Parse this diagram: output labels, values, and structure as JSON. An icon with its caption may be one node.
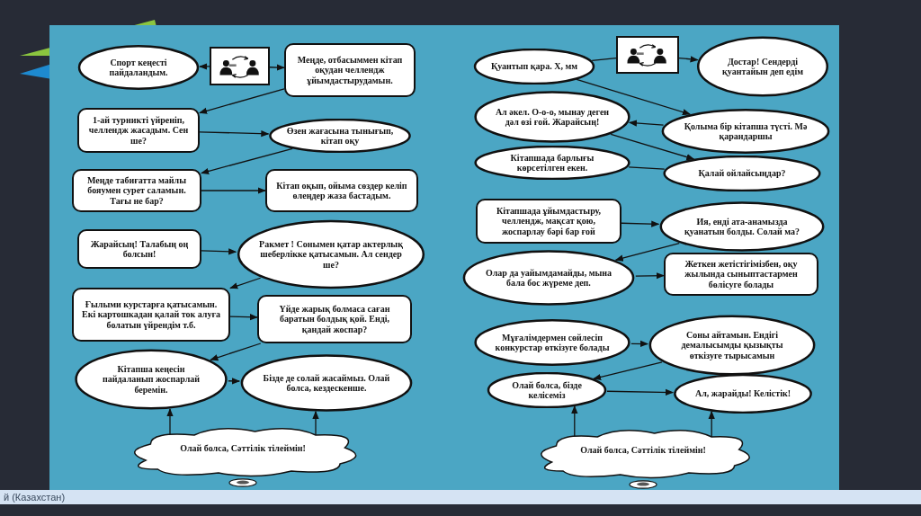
{
  "diagram": {
    "nodes": [
      {
        "text": [],
        "shape": "picture"
      },
      {
        "text": [
          "Спорт кеңесті пайдаландым."
        ]
      },
      {
        "text": [
          "Меңде, отбасыммен кітап оқудан челлендж ұйымдастырудамын."
        ]
      },
      {
        "text": [
          "1-ай турникті үйреніп, челлендж жасадым. Сен ше?"
        ]
      },
      {
        "text": [
          "Өзен жағасына тынығып, кітап оқу"
        ]
      },
      {
        "text": [
          "Меңде табиғатта майлы бояумен сурет саламын. Тағы не бар?"
        ]
      },
      {
        "text": [
          "Кітап оқып, ойыма сөздер келіп өлеңдер жаза бастадым."
        ]
      },
      {
        "text": [
          "Жарайсың! Талабың оң болсын!"
        ]
      },
      {
        "text": [
          "Ракмет ! Сонымен қатар актерлық шеберлікке қатысамын. Ал сендер ше?"
        ]
      },
      {
        "text": [
          "Ғылыми курстарға қатысамын. Екі картошкадан қалай ток алуға болатын үйрендім т.б."
        ]
      },
      {
        "text": [
          "Үйде жарық болмаса саған баратын болдық қой. Енді, қандай жоспар?"
        ]
      },
      {
        "text": [
          "Кітапша кеңесін пайдаланып жоспарлай беремін."
        ]
      },
      {
        "text": [
          "Бізде де солай жасаймыз. Олай болса, кездескенше."
        ]
      },
      {
        "text": [
          "Олай болса, Сәттілік тілеймін!"
        ]
      },
      {
        "text": [],
        "shape": "picture"
      },
      {
        "text": [
          "Қуантып қара. Х, мм"
        ]
      },
      {
        "text": [
          "Достар! Сендерді қуантайын деп едім"
        ]
      },
      {
        "text": [
          "Ал әкел. О-о-о, мынау деген дәл өзі ғой. Жарайсың!"
        ]
      },
      {
        "text": [
          "Қолыма бір кітапша түсті. Мә қарандаршы"
        ]
      },
      {
        "text": [
          "Кітапшада барлығы көрсетілген екен."
        ]
      },
      {
        "text": [
          "Қалай ойлайсыңдар?"
        ]
      },
      {
        "text": [
          "Кітапшада ұйымдастыру, челлендж, мақсат қою, жоспарлау бәрі бар ғой"
        ]
      },
      {
        "text": [
          "Ия, енді ата-анамызда қуанатын болды. Солай ма?"
        ]
      },
      {
        "text": [
          "Олар да уайымдамайды, мына бала бос жүреме деп."
        ]
      },
      {
        "text": [
          "Жеткен жетістігімізбен, оқу жылында сыныптастармен бөлісуге болады"
        ]
      },
      {
        "text": [
          "Мұғалімдермен сөйлесіп конкурстар өткізуге болады"
        ]
      },
      {
        "text": [
          "Соны айтамын. Ендігі демалысымды қызықты өткізуге тырысамын"
        ]
      },
      {
        "text": [
          "Олай болса, бізде келісеміз"
        ]
      },
      {
        "text": [
          "Ал, жарайды! Келістік!"
        ]
      },
      {
        "text": [
          "Олай болса, Сәттілік тілеймін!"
        ]
      }
    ],
    "edges": [
      {
        "from": 0,
        "to": 1,
        "arrow": "to"
      },
      {
        "from": 0,
        "to": 2,
        "arrow": "to"
      },
      {
        "from": 2,
        "to": 3,
        "arrow": "to"
      },
      {
        "from": 3,
        "to": 4,
        "arrow": "to"
      },
      {
        "from": 4,
        "to": 5,
        "arrow": "to"
      },
      {
        "from": 5,
        "to": 6,
        "arrow": "to"
      },
      {
        "from": 7,
        "to": 8,
        "arrow": "to"
      },
      {
        "from": 8,
        "to": 9,
        "arrow": "to"
      },
      {
        "from": 9,
        "to": 10,
        "arrow": "to"
      },
      {
        "from": 10,
        "to": 11,
        "arrow": "to"
      },
      {
        "from": 11,
        "to": 12,
        "arrow": "to"
      },
      {
        "from": 13,
        "to": 11,
        "arrow": "to"
      },
      {
        "from": 13,
        "to": 12,
        "arrow": "to"
      },
      {
        "from": 15,
        "to": 14,
        "arrow": "none"
      },
      {
        "from": 14,
        "to": 16,
        "arrow": "to"
      },
      {
        "from": 15,
        "to": 18,
        "arrow": "to"
      },
      {
        "from": 18,
        "to": 17,
        "arrow": "to"
      },
      {
        "from": 17,
        "to": 20,
        "arrow": "to"
      },
      {
        "from": 20,
        "to": 19,
        "arrow": "none"
      },
      {
        "from": 21,
        "to": 22,
        "arrow": "to"
      },
      {
        "from": 22,
        "to": 23,
        "arrow": "to"
      },
      {
        "from": 23,
        "to": 24,
        "arrow": "to"
      },
      {
        "from": 25,
        "to": 26,
        "arrow": "to"
      },
      {
        "from": 26,
        "to": 27,
        "arrow": "to"
      },
      {
        "from": 27,
        "to": 28,
        "arrow": "to"
      },
      {
        "from": 29,
        "to": 27,
        "arrow": "to"
      },
      {
        "from": 29,
        "to": 28,
        "arrow": "to"
      }
    ],
    "labels": [
      "й (Казахстан)"
    ]
  }
}
